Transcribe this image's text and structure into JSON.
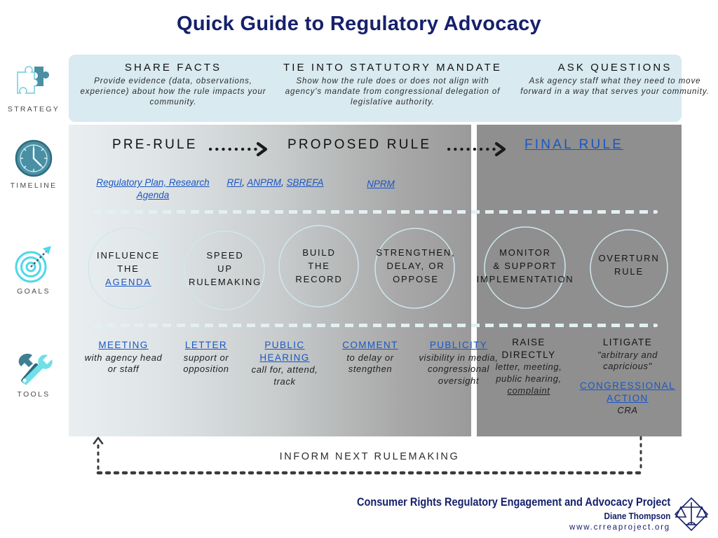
{
  "title": "Quick Guide to Regulatory Advocacy",
  "colors": {
    "navy": "#16216b",
    "link_blue": "#1a56c4",
    "band_bg": "#d9eaf0",
    "teal_dark": "#4a8fa3",
    "teal_light": "#5fd8e0",
    "panel_right": "#8f8f8f"
  },
  "rail": {
    "items": [
      {
        "label": "STRATEGY",
        "icon": "puzzle-icon"
      },
      {
        "label": "TIMELINE",
        "icon": "clock-icon"
      },
      {
        "label": "GOALS",
        "icon": "target-arrow-icon"
      },
      {
        "label": "TOOLS",
        "icon": "hammer-wrench-icon"
      }
    ]
  },
  "strategy": {
    "columns": [
      {
        "heading": "SHARE FACTS",
        "body": "Provide evidence (data, observations, experience) about how the rule impacts your community."
      },
      {
        "heading": "TIE INTO STATUTORY MANDATE",
        "body": "Show how the rule does or does not align with agency's mandate from congressional delegation of legislative authority."
      },
      {
        "heading": "ASK QUESTIONS",
        "body": "Ask agency staff what they need to move forward in a way that serves your community."
      }
    ]
  },
  "timeline": {
    "phases": [
      {
        "name": "PRE-RULE",
        "is_link": false
      },
      {
        "name": "PROPOSED RULE",
        "is_link": false
      },
      {
        "name": "FINAL RULE",
        "is_link": true
      }
    ],
    "arrows": [
      "dotted-arrow-icon",
      "dotted-arrow-icon"
    ],
    "links": {
      "pre_rule": "Regulatory Plan, Research Agenda",
      "rfi": "RFI",
      "anprm": "ANPRM",
      "sbrefa": "SBREFA",
      "nprm": "NPRM",
      "comma": ","
    }
  },
  "goals": [
    {
      "lines": [
        "INFLUENCE",
        "THE"
      ],
      "link_line": "AGENDA",
      "circled": false
    },
    {
      "lines": [
        "SPEED",
        "UP",
        "RULEMAKING"
      ],
      "link_line": "",
      "circled": true
    },
    {
      "lines": [
        "BUILD",
        "THE",
        "RECORD"
      ],
      "link_line": "",
      "circled": true
    },
    {
      "lines": [
        "STRENGTHEN,",
        "DELAY, OR",
        "OPPOSE"
      ],
      "link_line": "",
      "circled": true
    },
    {
      "lines": [
        "MONITOR",
        "& SUPPORT",
        "IMPLEMENTATION"
      ],
      "link_line": "",
      "circled": true
    },
    {
      "lines": [
        "OVERTURN",
        "RULE"
      ],
      "link_line": "",
      "circled": true
    }
  ],
  "tools": [
    {
      "heading": "MEETING",
      "heading_link": true,
      "body": "with agency head or staff"
    },
    {
      "heading": "LETTER",
      "heading_link": true,
      "body": "support or opposition"
    },
    {
      "heading": "PUBLIC HEARING",
      "heading_link": true,
      "body": "call for, attend, track"
    },
    {
      "heading": "COMMENT",
      "heading_link": true,
      "body": "to delay or stengthen"
    },
    {
      "heading": "PUBLICITY",
      "heading_link": true,
      "body": "visibility in media, congressional oversight"
    },
    {
      "heading": "RAISE DIRECTLY",
      "heading_link": false,
      "body": "letter, meeting, public hearing,",
      "body_link": "complaint"
    },
    {
      "heading": "LITIGATE",
      "heading_link": false,
      "body": "\"arbitrary and capricious\"",
      "body_link": "CONGRESSIONAL ACTION",
      "body_tail": "CRA"
    }
  ],
  "loop": {
    "label": "INFORM NEXT RULEMAKING",
    "arrow": "up-arrow-icon"
  },
  "footer": {
    "org": "Consumer Rights Regulatory Engagement and Advocacy Project",
    "author": "Diane Thompson",
    "website": "www.crreaproject.org",
    "logo": "scales-of-justice-icon"
  }
}
